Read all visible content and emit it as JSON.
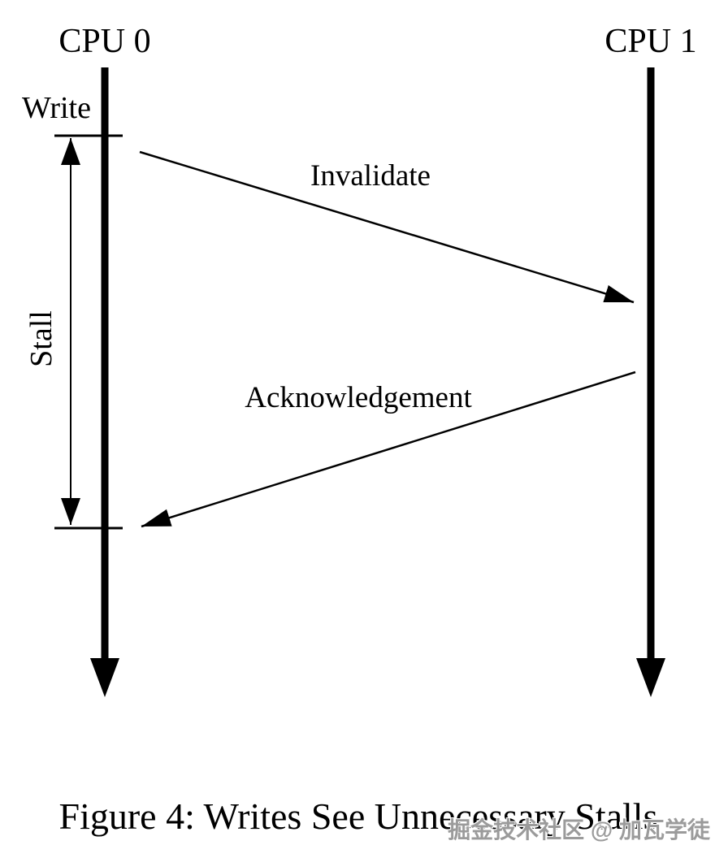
{
  "diagram": {
    "type": "sequence-timeline",
    "caption": "Figure 4: Writes See Unnecessary Stalls",
    "timelines": [
      {
        "label": "CPU 0"
      },
      {
        "label": "CPU 1"
      }
    ],
    "annotations": {
      "write_label": "Write",
      "stall_label": "Stall"
    },
    "messages": [
      {
        "label": "Invalidate",
        "from": "CPU 0",
        "to": "CPU 1"
      },
      {
        "label": "Acknowledgement",
        "from": "CPU 1",
        "to": "CPU 0"
      }
    ],
    "watermark": "掘金技术社区 @ 加瓦学徒",
    "colors": {
      "line": "#000000",
      "background": "#ffffff",
      "watermark": "#9b9b9b"
    }
  }
}
